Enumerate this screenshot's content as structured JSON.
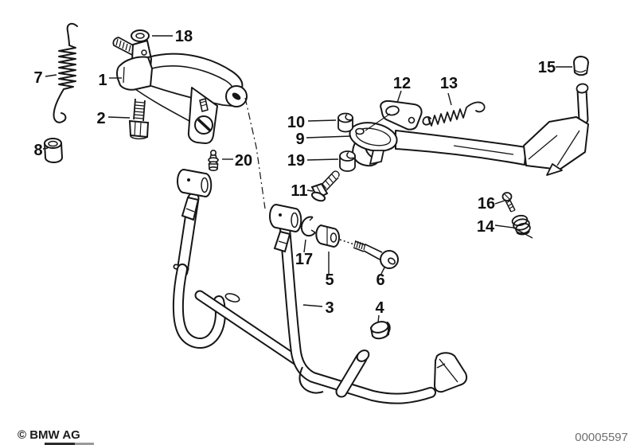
{
  "page": {
    "background": "#ffffff",
    "line_color": "#161616",
    "doc_number_color": "#6f6f6f"
  },
  "part_labels": {
    "p1": "1",
    "p2": "2",
    "p3": "3",
    "p4": "4",
    "p5": "5",
    "p6": "6",
    "p7": "7",
    "p8": "8",
    "p9": "9",
    "p10": "10",
    "p11": "11",
    "p12": "12",
    "p13": "13",
    "p14": "14",
    "p15": "15",
    "p16": "16",
    "p17": "17",
    "p18": "18",
    "p19": "19",
    "p20": "20"
  },
  "footer": {
    "copyright": "© BMW AG",
    "image_number": "00005597"
  }
}
